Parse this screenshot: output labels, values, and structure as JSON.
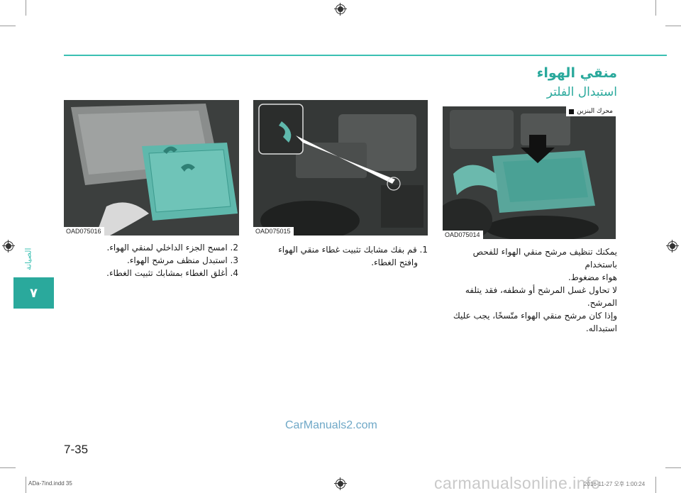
{
  "header": {
    "title": "منقي الهواء",
    "subtitle": "استبدال الفلتر"
  },
  "figures": [
    {
      "code": "OAD075014",
      "badge": "محرك البنزين"
    },
    {
      "code": "OAD075015"
    },
    {
      "code": "OAD075016"
    }
  ],
  "right_text": {
    "line1": "يمكنك تنظيف مرشح منقي الهواء للفحص باستخدام",
    "line2": "هواء مضغوط.",
    "line3": "لا تحاول غسل المرشح أو شطفه، فقد يتلفه المرشح.",
    "line4": "وإذا كان مرشح منقي الهواء متّسخًا، يجب عليك",
    "line5": "استبداله."
  },
  "middle_steps": {
    "step1_line1": "1. قم بفك مشابك تثبيت غطاء منقي الهواء",
    "step1_line2": "وافتح الغطاء."
  },
  "left_steps": {
    "step2": "2. امسح الجزء الداخلي لمنقي الهواء.",
    "step3": "3. استبدل منظف مرشح الهواء.",
    "step4": "4. أغلق الغطاء بمشابك تثبيت الغطاء."
  },
  "side": {
    "tab": "٧",
    "label": "الصيانة"
  },
  "page_number": "7-35",
  "watermark_top": "CarManuals2.com",
  "watermark_bottom": "carmanualsonline.info",
  "footer": {
    "left": "ADa-7ind.indd   35",
    "right": "2016-11-27   오후 1:00:24"
  },
  "colors": {
    "accent": "#2aa99c",
    "filter_teal": "#5fb8ac"
  }
}
